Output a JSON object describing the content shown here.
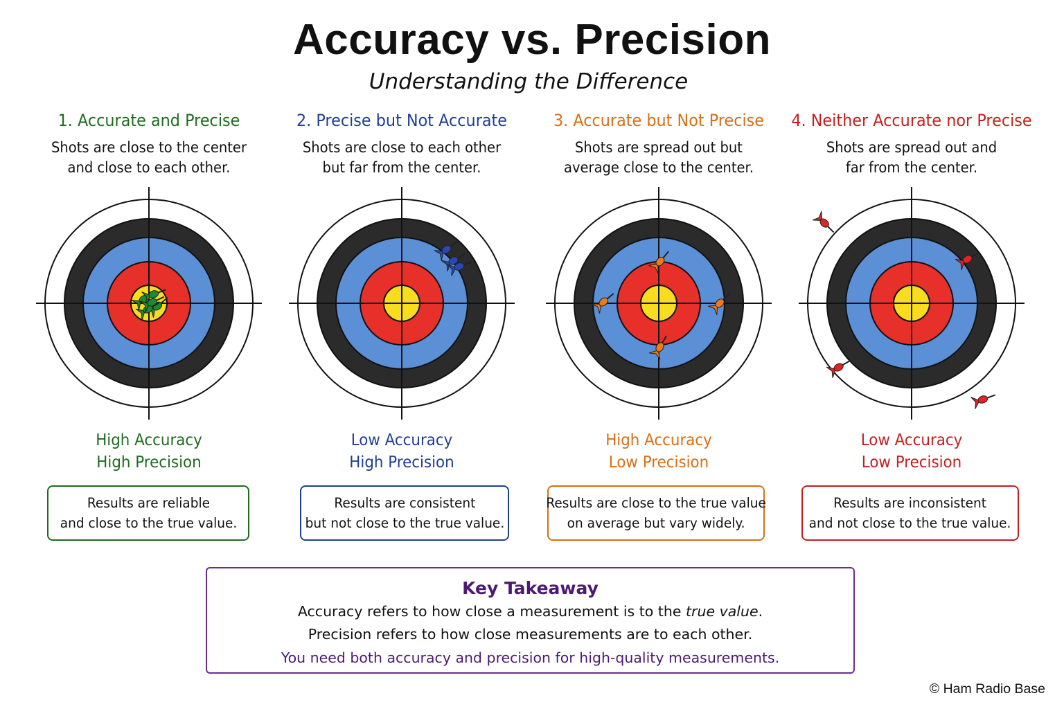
{
  "header": {
    "title": "Accuracy vs. Precision",
    "subtitle": "Understanding the Difference"
  },
  "panels": [
    {
      "heading": "1. Accurate and Precise",
      "desc_line1": "Shots are close to the center",
      "desc_line2": "and close to each other.",
      "rating_line1": "High Accuracy",
      "rating_line2": "High Precision",
      "box_line1": "Results are reliable",
      "box_line2": "and close to the true value.",
      "color": "#1e6b1e",
      "dart_color": "#1f8a2a"
    },
    {
      "heading": "2. Precise but Not Accurate",
      "desc_line1": "Shots are close to each other",
      "desc_line2": "but far from the center.",
      "rating_line1": "Low Accuracy",
      "rating_line2": "High Precision",
      "box_line1": "Results are consistent",
      "box_line2": "but not close to the true value.",
      "color": "#1f3f93",
      "dart_color": "#2a47b8"
    },
    {
      "heading": "3. Accurate but Not Precise",
      "desc_line1": "Shots are spread out but",
      "desc_line2": "average close to the center.",
      "rating_line1": "High Accuracy",
      "rating_line2": "Low Precision",
      "box_line1": "Results are close to the true value",
      "box_line2": "on average but vary widely.",
      "color": "#d96e12",
      "dart_color": "#f07a1a"
    },
    {
      "heading": "4. Neither Accurate nor Precise",
      "desc_line1": "Shots are spread out and",
      "desc_line2": "far from the center.",
      "rating_line1": "Low Accuracy",
      "rating_line2": "Low Precision",
      "box_line1": "Results are inconsistent",
      "box_line2": "and not close to the true value.",
      "color": "#c41e1e",
      "dart_color": "#e02424"
    }
  ],
  "target_colors": {
    "outer_white": "#ffffff",
    "black_ring": "#2b2b2b",
    "blue_ring": "#5b8fd6",
    "red_ring": "#e8302a",
    "gold_center": "#f7dc1f"
  },
  "takeaway": {
    "title": "Key Takeaway",
    "line1_pre": "Accuracy refers to how close a measurement is to the ",
    "line1_em": "true value",
    "line1_post": ".",
    "line2": "Precision refers to how close measurements are to each other.",
    "line3": "You need both accuracy and precision for high-quality measurements.",
    "color": "#4b1a73"
  },
  "footer": {
    "copyright": "© Ham Radio Base"
  }
}
